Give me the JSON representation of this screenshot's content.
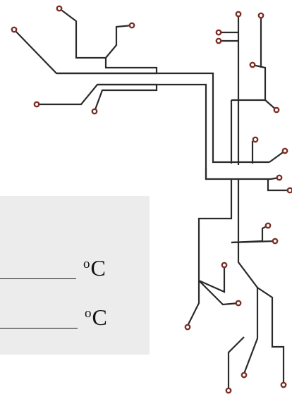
{
  "colors": {
    "background": "#ffffff",
    "panel": "#ececec",
    "trace": "#2a2a2a",
    "node_ring": "#7a2f26",
    "text": "#111111"
  },
  "panel": {
    "fields": [
      {
        "degree": "o",
        "unit": "C"
      },
      {
        "degree": "o",
        "unit": "C"
      }
    ]
  },
  "decoration": {
    "icon": "circuit-board-icon"
  }
}
